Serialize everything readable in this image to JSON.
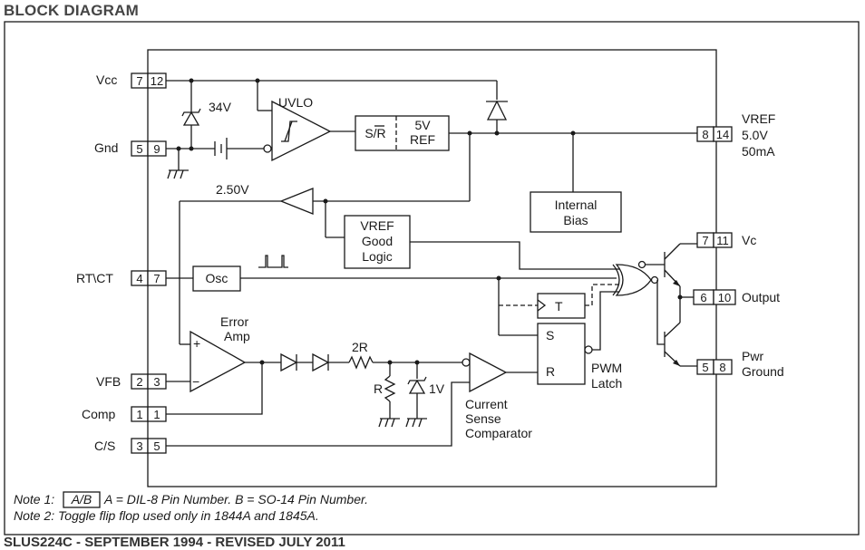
{
  "title": "BLOCK DIAGRAM",
  "pins": {
    "vcc": {
      "label": "Vcc",
      "a": "7",
      "b": "12"
    },
    "gnd": {
      "label": "Gnd",
      "a": "5",
      "b": "9"
    },
    "rtct": {
      "label": "RT\\CT",
      "a": "4",
      "b": "7"
    },
    "vfb": {
      "label": "VFB",
      "a": "2",
      "b": "3"
    },
    "comp": {
      "label": "Comp",
      "a": "1",
      "b": "1"
    },
    "cs": {
      "label": "C/S",
      "a": "3",
      "b": "5"
    },
    "vref": {
      "label": "VREF",
      "a": "8",
      "b": "14",
      "volt": "5.0V",
      "current": "50mA"
    },
    "vc": {
      "label": "Vc",
      "a": "7",
      "b": "11"
    },
    "output": {
      "label": "Output",
      "a": "6",
      "b": "10"
    },
    "pwr_ground": {
      "label1": "Pwr",
      "label2": "Ground",
      "a": "5",
      "b": "8"
    }
  },
  "blocks": {
    "zener34": "34V",
    "uvlo": "UVLO",
    "sr": "S/R",
    "ref_5v": "5V",
    "ref_ref": "REF",
    "internal_bias_1": "Internal",
    "internal_bias_2": "Bias",
    "ref_2_50": "2.50V",
    "vref_good_1": "VREF",
    "vref_good_2": "Good",
    "vref_good_3": "Logic",
    "osc": "Osc",
    "toggle": "T",
    "latch_s": "S",
    "latch_r": "R",
    "pwm_latch_1": "PWM",
    "pwm_latch_2": "Latch",
    "error_amp_1": "Error",
    "error_amp_2": "Amp",
    "plus": "+",
    "minus": "−",
    "res_2r": "2R",
    "res_r": "R",
    "zener_1v": "1V",
    "csc_1": "Current",
    "csc_2": "Sense",
    "csc_3": "Comparator"
  },
  "notes": {
    "note1_prefix": "Note 1:",
    "note1_box": "A/B",
    "note1_text": "A = DIL-8 Pin Number. B = SO-14 Pin Number.",
    "note2": "Note 2: Toggle flip flop used only in 1844A and 1845A."
  },
  "footer": "SLUS224C - SEPTEMBER 1994 - REVISED JULY 2011"
}
